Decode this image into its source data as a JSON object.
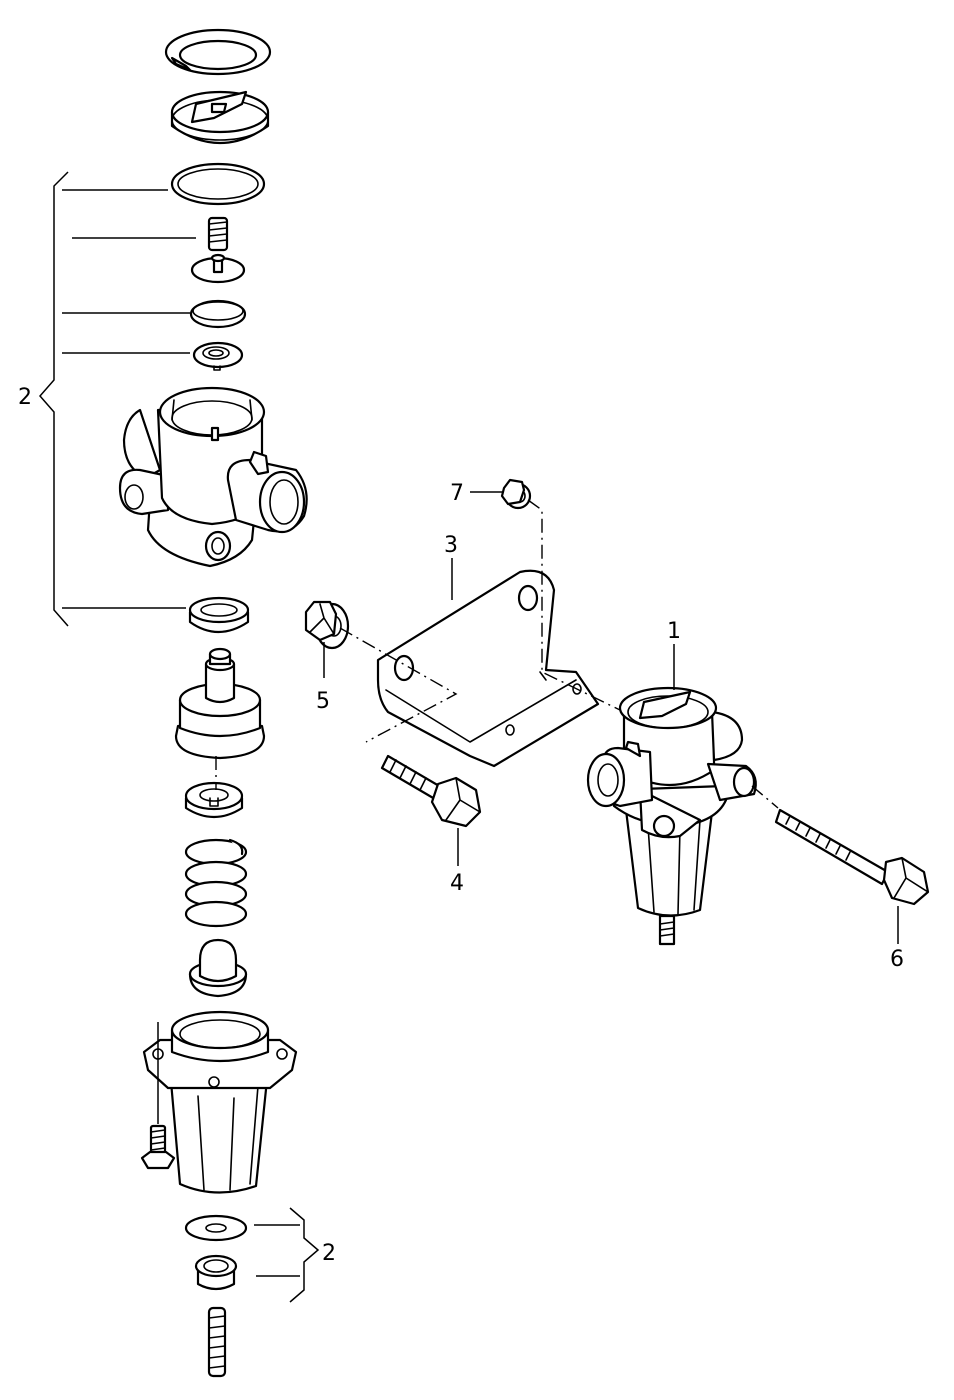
{
  "callouts": {
    "c1": "1",
    "c2_top": "2",
    "c2_bottom": "2",
    "c3": "3",
    "c4": "4",
    "c5": "5",
    "c6": "6",
    "c7": "7"
  }
}
